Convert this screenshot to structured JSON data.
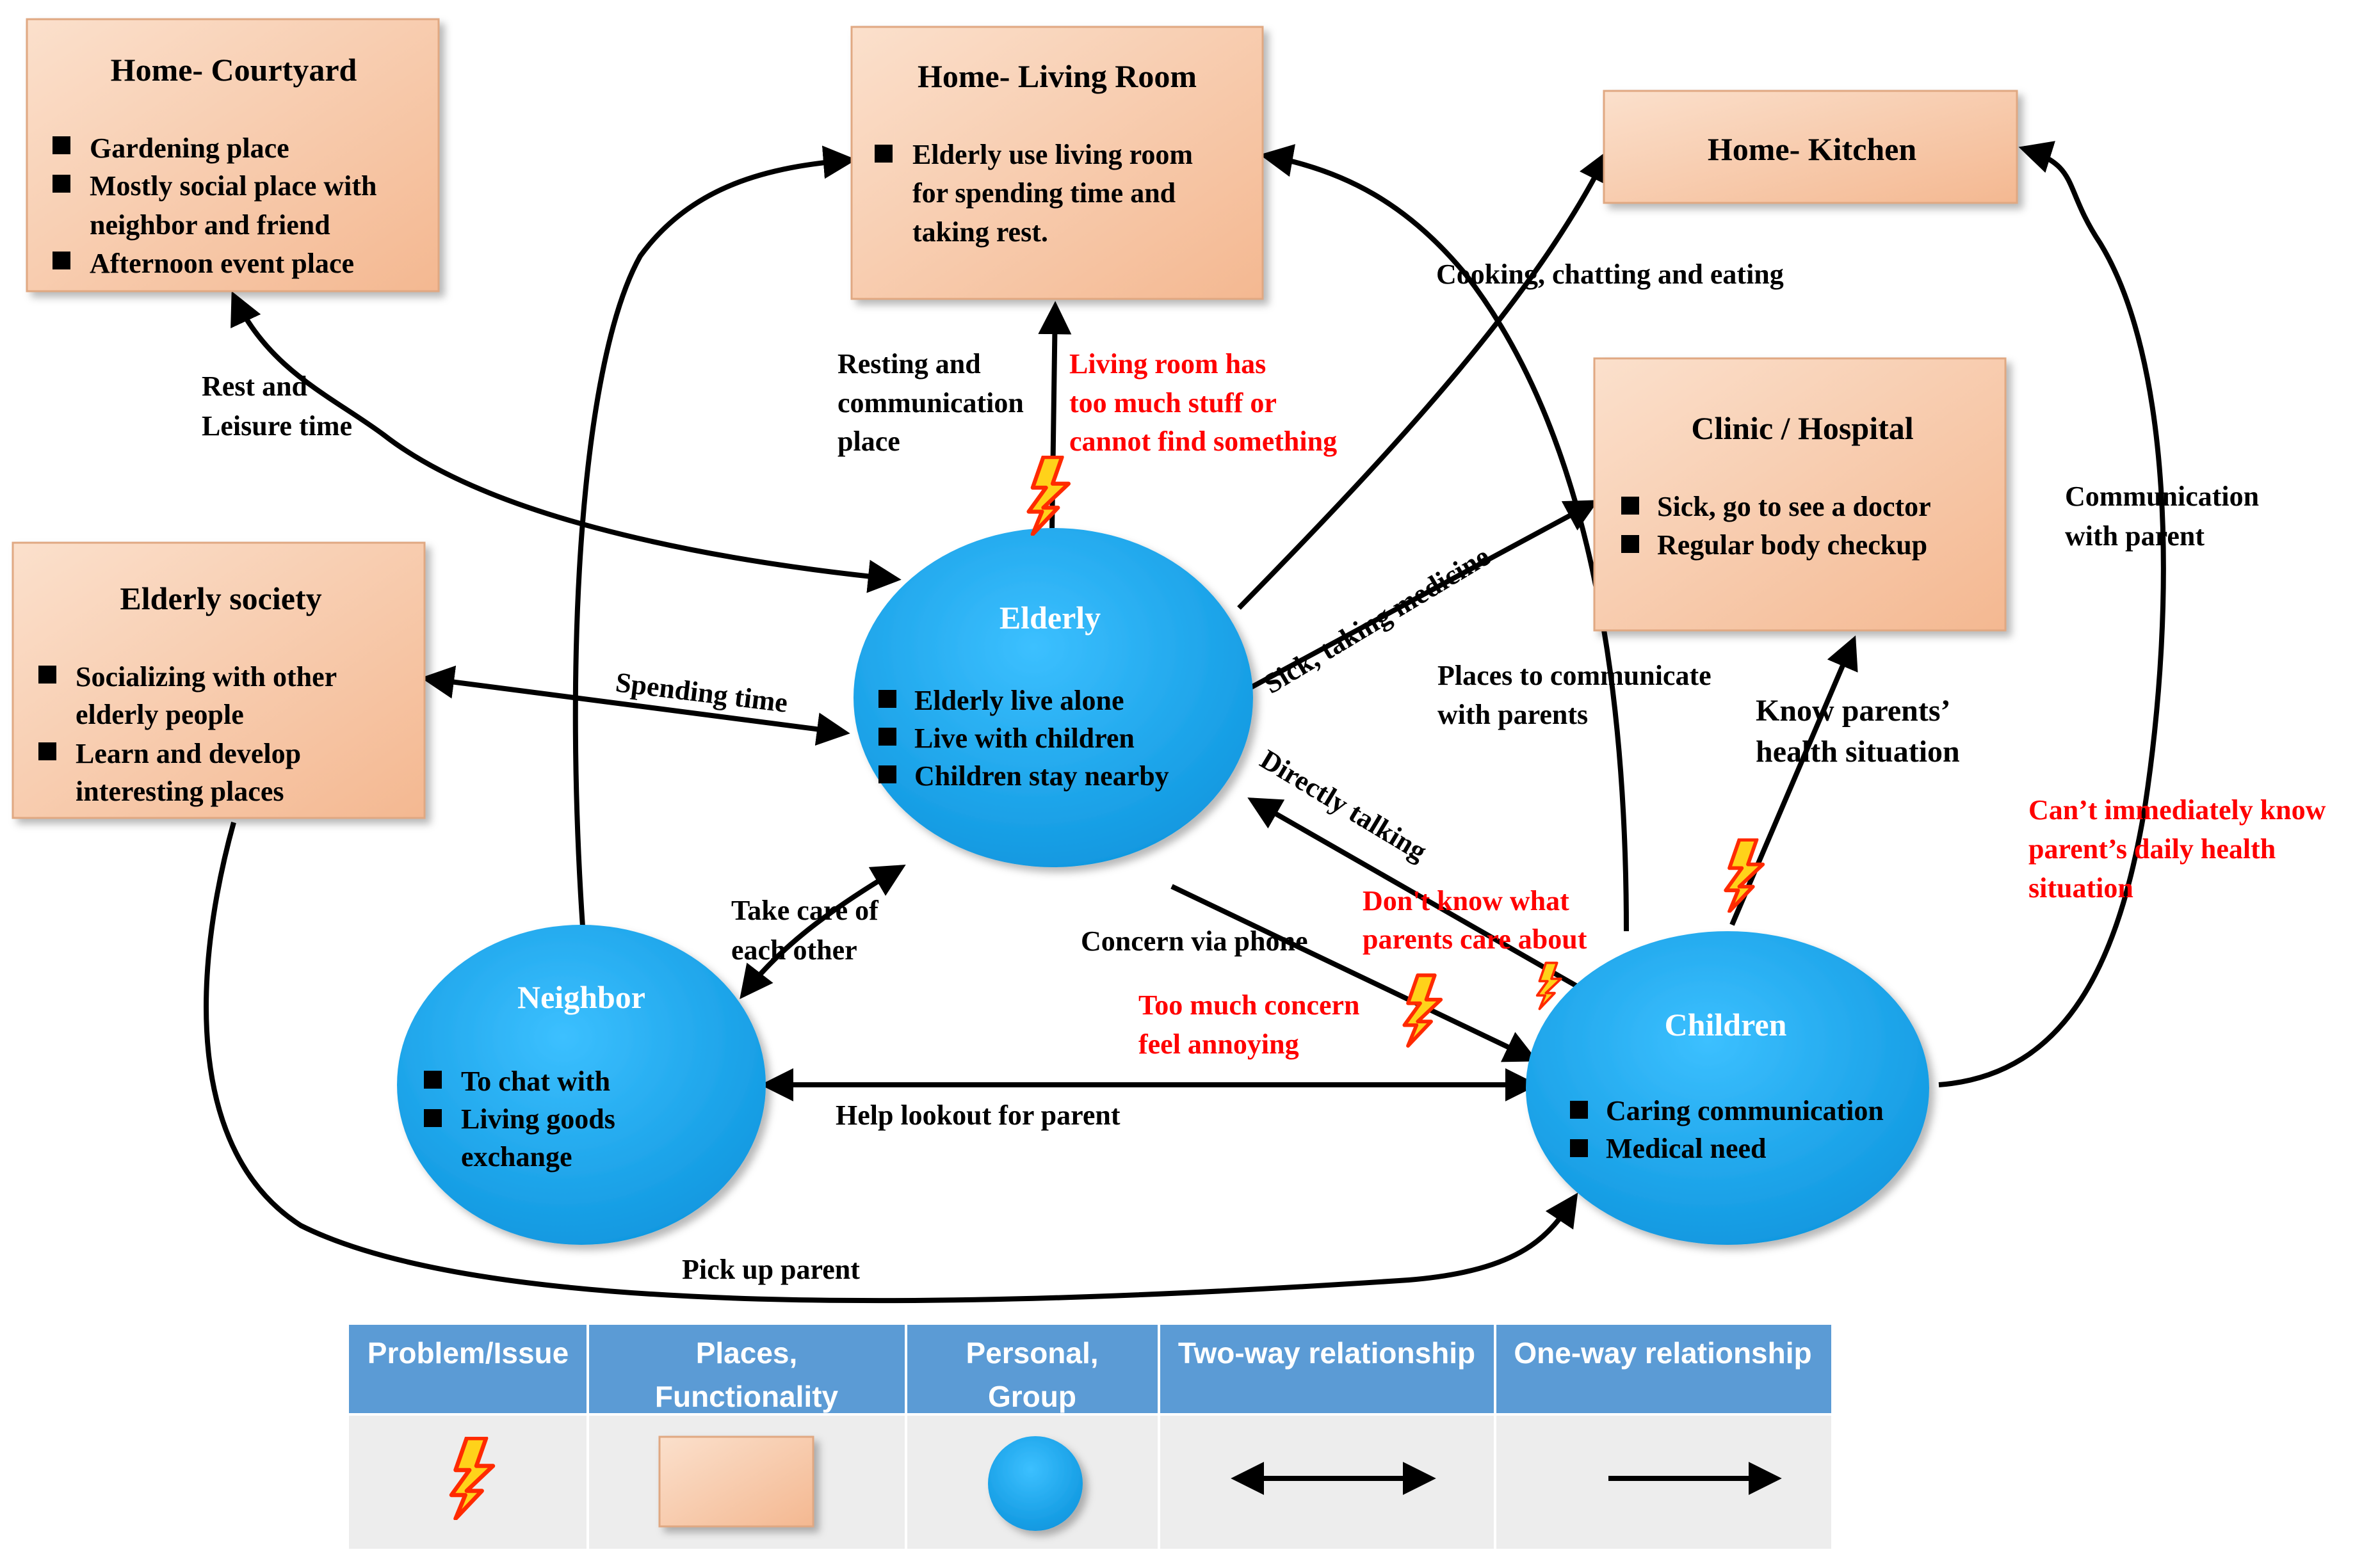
{
  "colors": {
    "place_fill": "#f8cbad",
    "person_fill": "#1aa3e8",
    "problem_red": "#ff0000",
    "legend_header": "#5b9bd5",
    "legend_cell": "#ededed"
  },
  "places": {
    "courtyard": {
      "title": "Home- Courtyard",
      "items": [
        "Gardening place",
        "Mostly social place with",
        "neighbor and friend",
        "Afternoon event place"
      ]
    },
    "living_room": {
      "title": "Home- Living Room",
      "items": [
        "Elderly use living room",
        "for spending time and",
        "taking rest."
      ]
    },
    "kitchen": {
      "title": "Home- Kitchen"
    },
    "clinic": {
      "title": "Clinic / Hospital",
      "items": [
        "Sick, go to see a doctor",
        "Regular body checkup"
      ]
    },
    "elderly_society": {
      "title": "Elderly society",
      "items": [
        "Socializing with other",
        "elderly people",
        "Learn and develop",
        "interesting places"
      ]
    }
  },
  "persons": {
    "elderly": {
      "title": "Elderly",
      "items": [
        "Elderly live alone",
        "Live with children",
        "Children stay nearby"
      ]
    },
    "neighbor": {
      "title": "Neighbor",
      "items": [
        "To chat with",
        "Living goods",
        "exchange"
      ]
    },
    "children": {
      "title": "Children",
      "items": [
        "Caring communication",
        "Medical need"
      ]
    }
  },
  "labels": {
    "rest_leisure": [
      "Rest and",
      "Leisure time"
    ],
    "resting_comm": [
      "Resting and",
      "communication",
      "place"
    ],
    "cooking": "Cooking, chatting and eating",
    "sick_medicine": "Sick, taking medicine",
    "spending_time": "Spending time",
    "places_comm": [
      "Places to communicate",
      "with parents"
    ],
    "know_health": [
      "Know parents’",
      "health situation"
    ],
    "communication_parent": [
      "Communication",
      "with parent"
    ],
    "directly_talking": "Directly talking",
    "take_care": [
      "Take care of",
      "each other"
    ],
    "concern_phone": "Concern via phone",
    "help_lookout": "Help lookout for parent",
    "pick_up": "Pick up parent"
  },
  "problems": {
    "living_room": [
      "Living room has",
      "too much stuff or",
      "cannot find something"
    ],
    "dont_know": [
      "Don't know what",
      "parents care about"
    ],
    "too_much_concern": [
      "Too much concern",
      "feel annoying"
    ],
    "cant_know": [
      "Can’t immediately know",
      "parent’s daily health",
      "situation"
    ]
  },
  "legend": {
    "headers": [
      [
        "Problem/Issue"
      ],
      [
        "Places,",
        "Functionality"
      ],
      [
        "Personal,",
        "Group"
      ],
      [
        "Two-way relationship"
      ],
      [
        "One-way relationship"
      ]
    ],
    "icons": [
      "lightning-bolt-icon",
      "place-box-icon",
      "person-circle-icon",
      "two-way-arrow-icon",
      "one-way-arrow-icon"
    ]
  }
}
